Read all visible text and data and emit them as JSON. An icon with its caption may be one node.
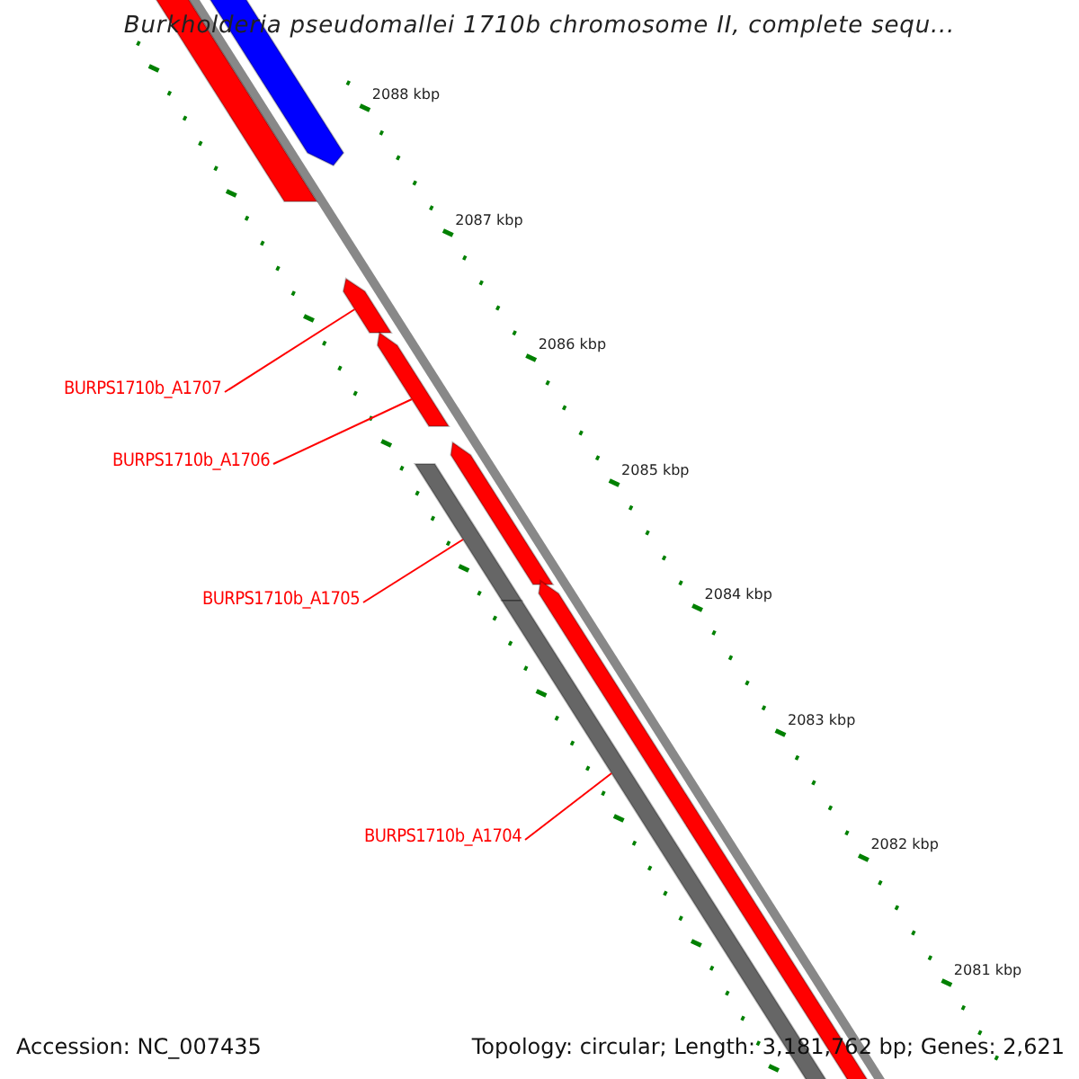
{
  "diagram": {
    "title": "Burkholderia pseudomallei 1710b chromosome II, complete sequ...",
    "nodes": [
      {
        "text": [
          "BURPS1710b_A1707"
        ]
      },
      {
        "text": [
          "BURPS1710b_A1706"
        ]
      },
      {
        "text": [
          "BURPS1710b_A1705"
        ]
      },
      {
        "text": [
          "BURPS1710b_A1704"
        ]
      },
      {
        "text": [],
        "shape": "bar"
      },
      {
        "text": [],
        "shape": "bar"
      },
      {
        "text": [],
        "shape": "bar"
      },
      {
        "text": [],
        "shape": "bar"
      },
      {
        "text": [],
        "shape": "bar"
      },
      {
        "text": [],
        "shape": "bar"
      },
      {
        "text": [],
        "shape": "bar"
      },
      {
        "text": [],
        "shape": "bar"
      }
    ],
    "edges": [
      {
        "from": 0,
        "to": 6,
        "arrow": "none"
      },
      {
        "from": 1,
        "to": 7,
        "arrow": "none"
      },
      {
        "from": 2,
        "to": 9,
        "arrow": "none"
      },
      {
        "from": 3,
        "to": 11,
        "arrow": "none"
      }
    ],
    "labels": [
      "2088 kbp",
      "2087 kbp",
      "2086 kbp",
      "2085 kbp",
      "2084 kbp",
      "2083 kbp",
      "2082 kbp",
      "2081 kbp",
      "Accession: NC_007435",
      "Topology: circular; Length: 3,181,762 bp; Genes: 2,621"
    ]
  }
}
